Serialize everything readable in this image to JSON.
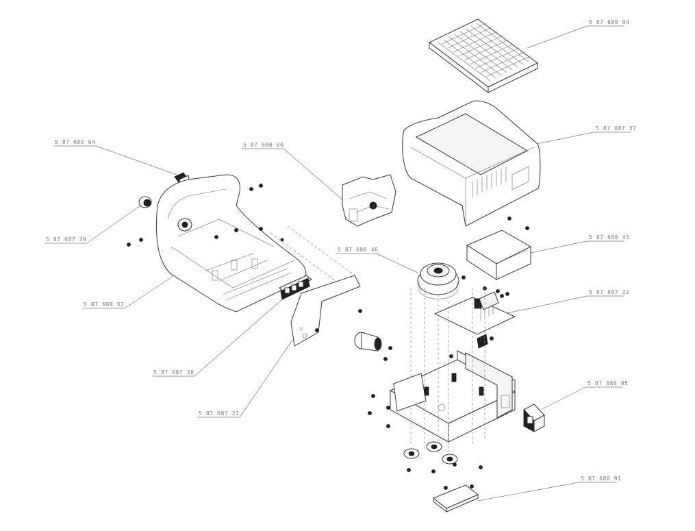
{
  "parts": [
    {
      "id": "p1",
      "label": "5 87 680 94"
    },
    {
      "id": "p2",
      "label": "5 87 687 37"
    },
    {
      "id": "p3",
      "label": "5 87 680 04"
    },
    {
      "id": "p4",
      "label": "5 87 680 80"
    },
    {
      "id": "p5",
      "label": "5 87 687 39"
    },
    {
      "id": "p6",
      "label": "5 87 680 45"
    },
    {
      "id": "p7",
      "label": "5 87 680 46"
    },
    {
      "id": "p8",
      "label": "5 87 687 22"
    },
    {
      "id": "p9",
      "label": "5 87 680 52"
    },
    {
      "id": "p10",
      "label": "5 87 680 05"
    },
    {
      "id": "p11",
      "label": "5 87 687 38"
    },
    {
      "id": "p12",
      "label": "5 87 687 21"
    },
    {
      "id": "p13",
      "label": "5 87 680 91"
    }
  ]
}
